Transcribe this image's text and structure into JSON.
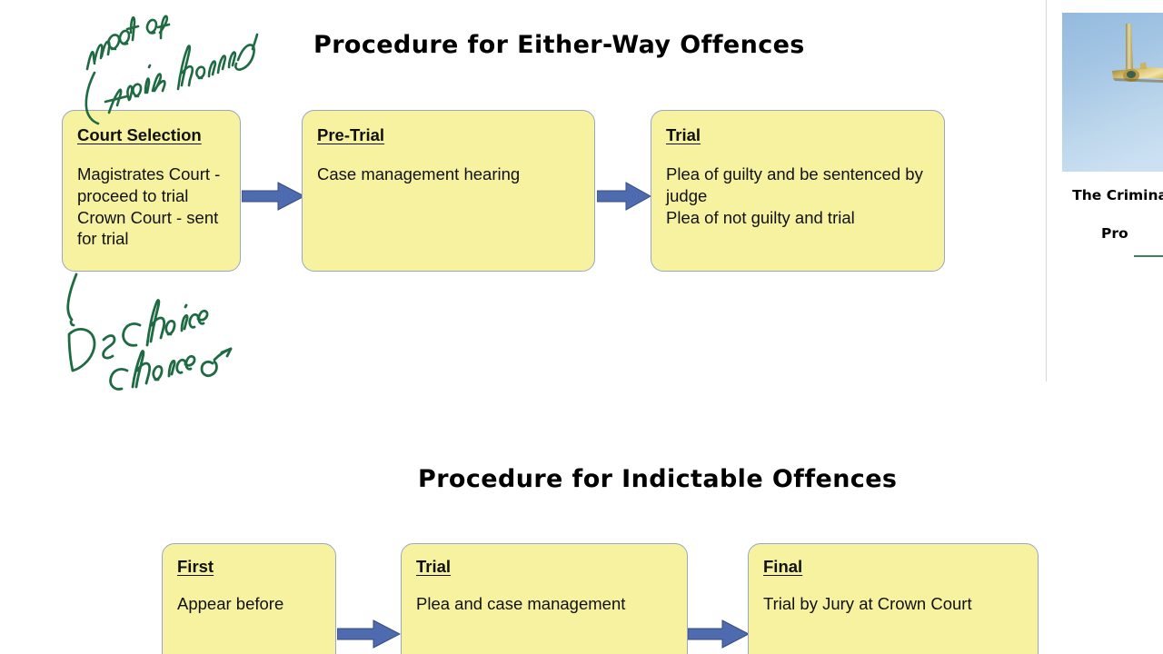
{
  "slide": {
    "title_either_way": "Procedure for Either-Way Offences",
    "title_indictable": "Procedure for Indictable Offences"
  },
  "either_way": {
    "boxes": [
      {
        "heading": "Court Selection",
        "body": "Magistrates Court - proceed to trial\nCrown Court - sent for trial"
      },
      {
        "heading": "Pre-Trial",
        "body": "Case management hearing"
      },
      {
        "heading": "Trial ",
        "body": "Plea of guilty and be sentenced by judge\nPlea of not guilty and trial"
      }
    ]
  },
  "indictable": {
    "boxes": [
      {
        "heading": "First ",
        "body": "Appear before"
      },
      {
        "heading": "Trial ",
        "body": "Plea and case management"
      },
      {
        "heading": "Final",
        "body": "Trial by Jury at Crown Court"
      }
    ]
  },
  "annotations": [
    {
      "text": "mode of trial hearing",
      "color": "#1e6a42"
    },
    {
      "text": "D's choice choice o",
      "color": "#1e6a42"
    }
  ],
  "side_slide": {
    "caption": "The Criminal Court",
    "subcaption": "Pro",
    "photo_alt": "sword-of-justice-photo"
  },
  "colors": {
    "box_fill": "#F7F2A0",
    "box_border": "#9AA6C4",
    "arrow": "#4F6BB0",
    "ink": "#1E6A42",
    "text": "#111111",
    "sky": "#A8C8E6",
    "gold": "#C9A63C"
  }
}
